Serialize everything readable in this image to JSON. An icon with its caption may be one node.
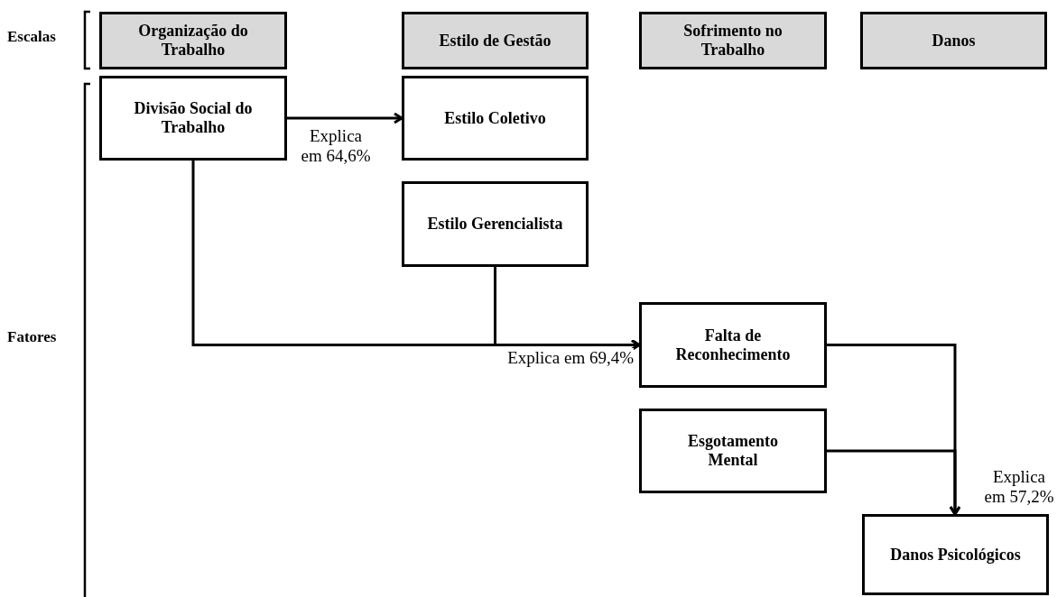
{
  "diagram": {
    "nodes": [
      {
        "text": [
          "Organização do Trabalho"
        ]
      },
      {
        "text": [
          "Estilo de Gestão"
        ]
      },
      {
        "text": [
          "Sofrimento no Trabalho"
        ]
      },
      {
        "text": [
          "Danos"
        ]
      },
      {
        "text": [
          "Divisão Social do Trabalho"
        ]
      },
      {
        "text": [
          "Estilo Coletivo"
        ]
      },
      {
        "text": [
          "Estilo Gerencialista"
        ]
      },
      {
        "text": [
          "Falta de Reconhecimento"
        ]
      },
      {
        "text": [
          "Esgotamento Mental"
        ]
      },
      {
        "text": [
          "Danos Psicológicos"
        ]
      }
    ],
    "edges": [
      {
        "from": 4,
        "to": 5,
        "arrow": "to",
        "label": "Explica em 64,6%"
      },
      {
        "from": 4,
        "to": 7,
        "arrow": "to",
        "label": "Explica em 69,4%"
      },
      {
        "from": 6,
        "to": 7,
        "arrow": "to"
      },
      {
        "from": 7,
        "to": 9,
        "arrow": "to",
        "label": "Explica em 57,2%"
      },
      {
        "from": 8,
        "to": 9,
        "arrow": "to"
      }
    ],
    "labels": [
      "Escalas",
      "Fatores"
    ]
  }
}
